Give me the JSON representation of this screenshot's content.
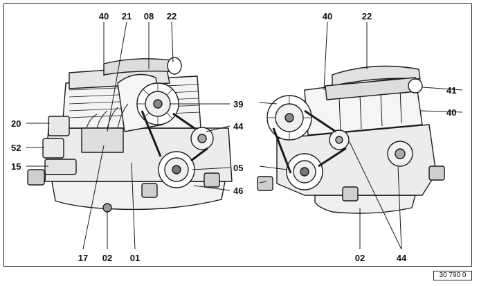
{
  "figure_code": "30 790 0",
  "left_engine": {
    "callouts": [
      {
        "id": "40",
        "label": "40"
      },
      {
        "id": "21",
        "label": "21"
      },
      {
        "id": "08",
        "label": "08"
      },
      {
        "id": "22",
        "label": "22"
      },
      {
        "id": "39",
        "label": "39"
      },
      {
        "id": "44",
        "label": "44"
      },
      {
        "id": "20",
        "label": "20"
      },
      {
        "id": "52",
        "label": "52"
      },
      {
        "id": "15",
        "label": "15"
      },
      {
        "id": "05",
        "label": "05"
      },
      {
        "id": "46",
        "label": "46"
      },
      {
        "id": "17",
        "label": "17"
      },
      {
        "id": "02",
        "label": "02"
      },
      {
        "id": "01",
        "label": "01"
      }
    ]
  },
  "right_engine": {
    "callouts": [
      {
        "id": "40",
        "label": "40"
      },
      {
        "id": "22",
        "label": "22"
      },
      {
        "id": "41",
        "label": "41"
      },
      {
        "id": "40b",
        "label": "40"
      },
      {
        "id": "02",
        "label": "02"
      },
      {
        "id": "44",
        "label": "44"
      }
    ]
  }
}
